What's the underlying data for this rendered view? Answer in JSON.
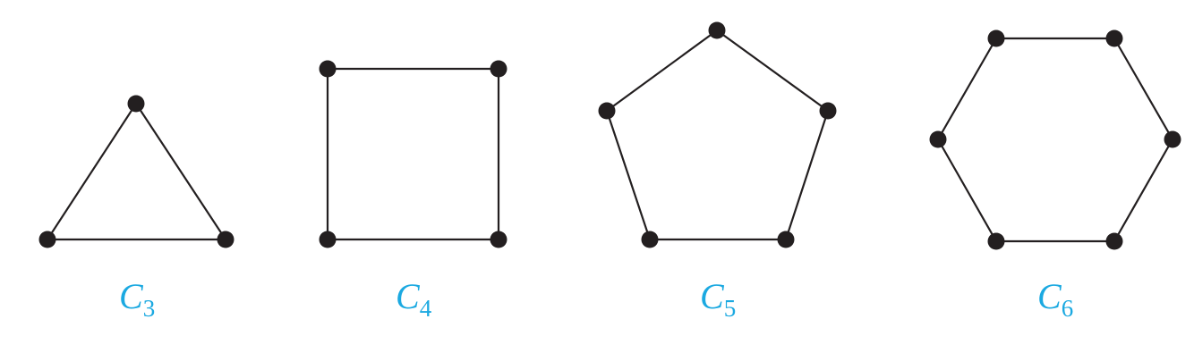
{
  "colors": {
    "line": "#231f20",
    "vertex": "#231f20",
    "label": "#1ba9e1"
  },
  "graphs": [
    {
      "name": "C",
      "subscript": "3",
      "vertex_count": 3
    },
    {
      "name": "C",
      "subscript": "4",
      "vertex_count": 4
    },
    {
      "name": "C",
      "subscript": "5",
      "vertex_count": 5
    },
    {
      "name": "C",
      "subscript": "6",
      "vertex_count": 6
    }
  ]
}
